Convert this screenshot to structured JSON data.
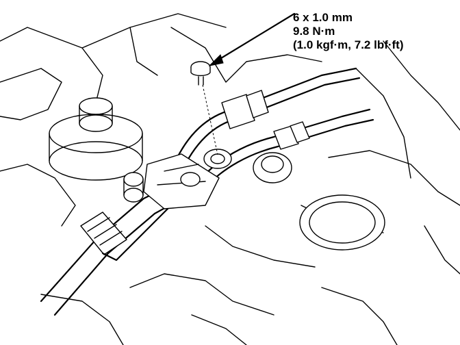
{
  "callout": {
    "bolt_size": "6 x 1.0 mm",
    "torque_nm": "9.8 N·m",
    "torque_alt": "(1.0 kgf·m, 7.2 lbf·ft)"
  },
  "colors": {
    "line": "#000000",
    "background": "#ffffff"
  }
}
